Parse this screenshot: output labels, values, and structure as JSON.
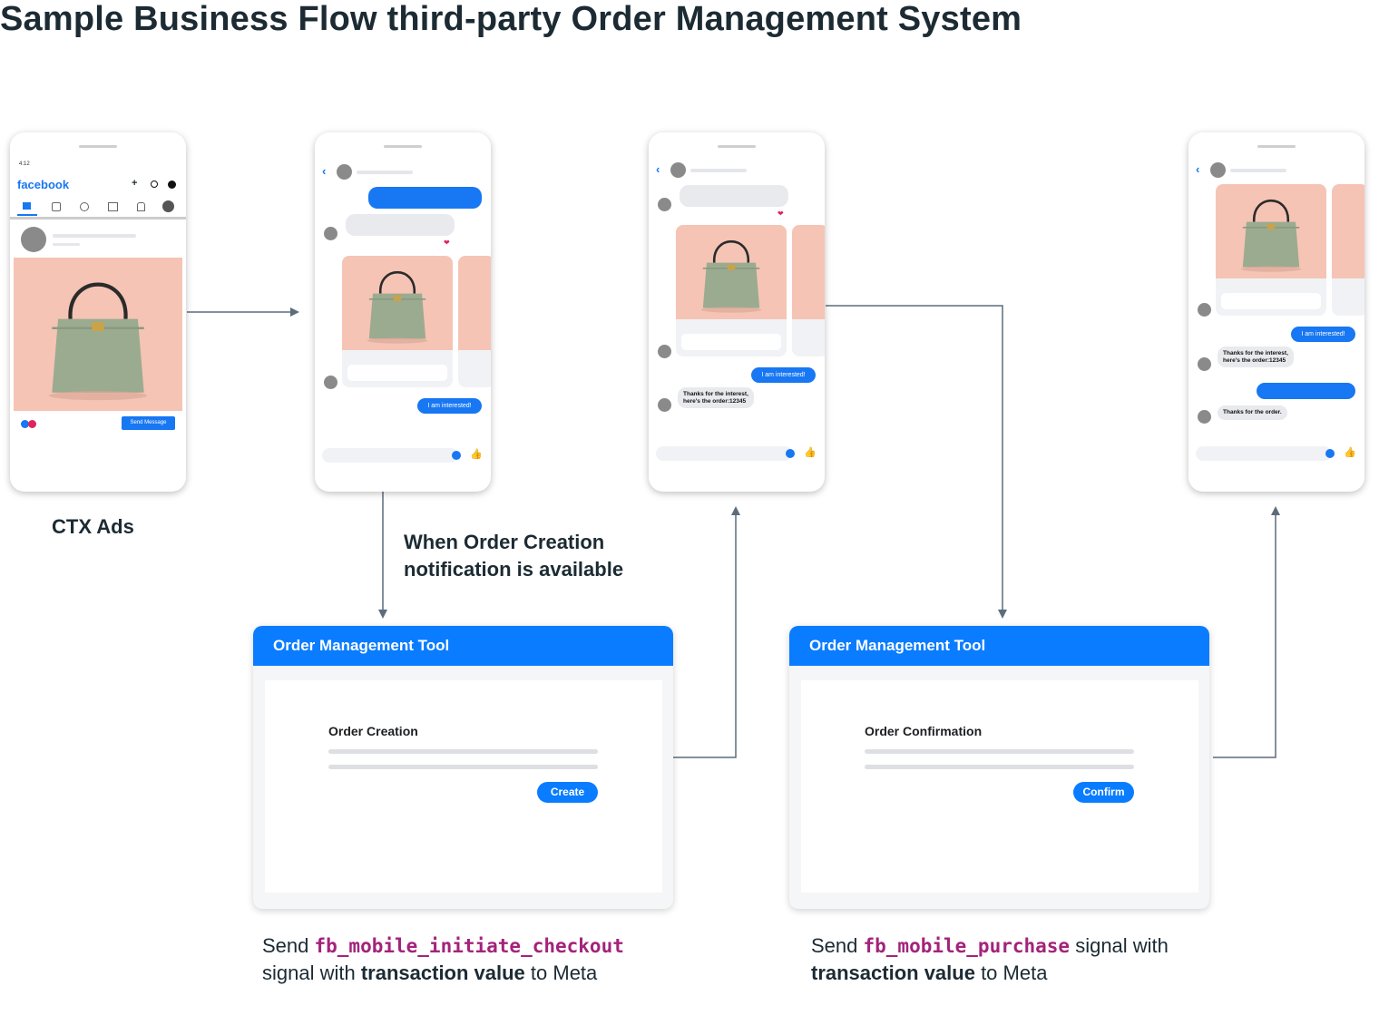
{
  "title": "Sample Business Flow third-party Order Management System",
  "colors": {
    "accent": "#0a7cff",
    "messenger_blue": "#1877f2",
    "product_bg": "#f5c4b5",
    "code": "#a3237b",
    "arrow": "#5c6c7c"
  },
  "phone1": {
    "status_time": "4:12",
    "app_name": "facebook",
    "send_message": "Send Message",
    "caption": "CTX Ads"
  },
  "phone2": {
    "interested": "I am interested!"
  },
  "phone3": {
    "interested": "I am interested!",
    "reply": "Thanks for the interest,\nhere's the order:12345"
  },
  "phone4": {
    "interested": "I am interested!",
    "reply": "Thanks for the interest,\nhere's the order:12345",
    "thanks": "Thanks for the order."
  },
  "note": {
    "line1": "When Order Creation",
    "line2": "notification is available"
  },
  "tool1": {
    "header": "Order Management Tool",
    "label": "Order Creation",
    "button": "Create"
  },
  "tool2": {
    "header": "Order Management Tool",
    "label": "Order Confirmation",
    "button": "Confirm"
  },
  "caption1": {
    "send": "Send ",
    "code": "fb_mobile_initiate_checkout",
    "line2_pre": "signal with ",
    "strong": "transaction value",
    "line2_post": " to Meta"
  },
  "caption2": {
    "send": "Send ",
    "code": "fb_mobile_purchase",
    "after_code": " signal with",
    "strong": "transaction value",
    "line2_post": " to Meta"
  },
  "icons": [
    "chevron-left-icon",
    "emoji-icon",
    "thumbs-up-icon",
    "home-icon",
    "heart-icon",
    "plus-icon",
    "search-icon",
    "messenger-icon"
  ]
}
